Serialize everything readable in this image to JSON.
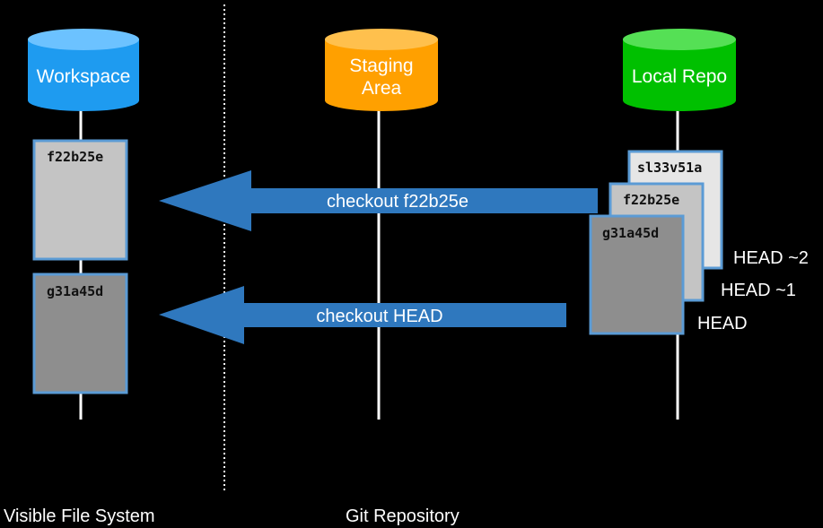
{
  "columns": {
    "workspace": {
      "label": "Workspace",
      "color": "#1e9bf0"
    },
    "staging": {
      "label_line1": "Staging",
      "label_line2": "Area",
      "color": "#ffa000"
    },
    "local_repo": {
      "label": "Local Repo",
      "color": "#00c000"
    }
  },
  "workspace_commits": [
    {
      "hash": "f22b25e",
      "fill": "#c4c4c4"
    },
    {
      "hash": "g31a45d",
      "fill": "#8e8e8e"
    }
  ],
  "repo_commits": [
    {
      "hash": "sl33v51a",
      "ref": "HEAD ~2",
      "fill": "#e6e6e6"
    },
    {
      "hash": "f22b25e",
      "ref": "HEAD ~1",
      "fill": "#c4c4c4"
    },
    {
      "hash": "g31a45d",
      "ref": "HEAD",
      "fill": "#8e8e8e"
    }
  ],
  "arrows": [
    {
      "label": "checkout f22b25e"
    },
    {
      "label": "checkout HEAD"
    }
  ],
  "footer": {
    "left": "Visible File System",
    "right": "Git Repository"
  },
  "colors": {
    "arrow": "#2f78be",
    "commit_border": "#5b9bd5"
  }
}
